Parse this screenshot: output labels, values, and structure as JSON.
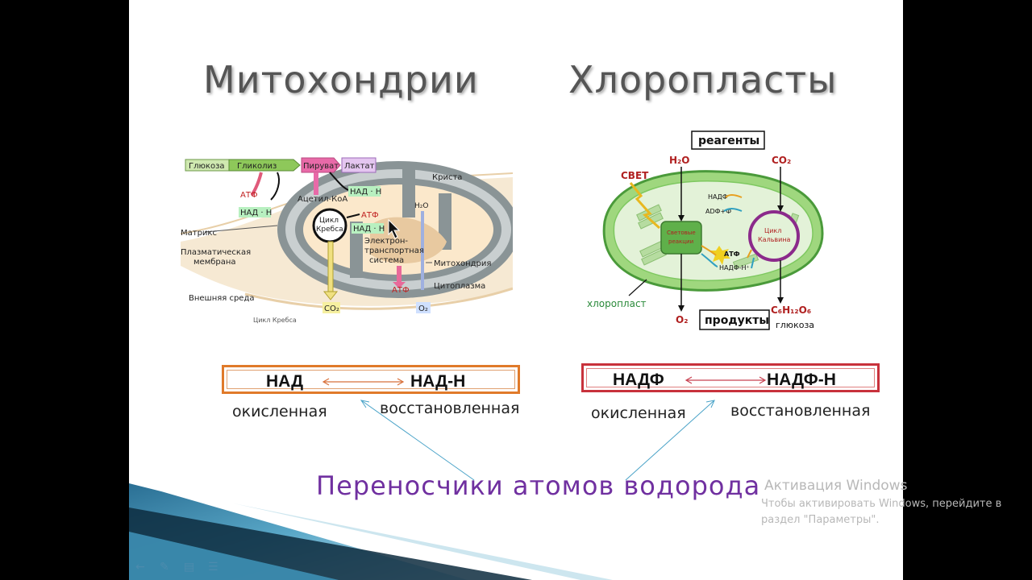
{
  "slide": {
    "title_left": "Митохондрии",
    "title_right": "Хлоропласты",
    "carrier_text": "Переносчики атомов водорода"
  },
  "mito": {
    "glucose": "Глюкоза",
    "glycolysis": "Гликолиз",
    "pyruvate": "Пируват",
    "lactate": "Лактат",
    "crista": "Криста",
    "atp1": "АТФ",
    "nadh1": "НАД · Н",
    "acetyl": "Ацетил-КоА",
    "nadh2": "НАД · Н",
    "h2o": "H₂O",
    "cycle1": "Цикл",
    "cycle2": "Кребса",
    "atp2": "АТФ",
    "nadh3": "НАД · Н",
    "matrix": "Матрикс",
    "etc1": "Электрон-",
    "etc2": "транспортная",
    "etc3": "система",
    "membrane1": "Плазматическая",
    "membrane2": "мембрана",
    "mitochondrion": "Митохондрия",
    "atp3": "АТФ",
    "cytoplasm": "Цитоплазма",
    "outer": "Внешняя среда",
    "co2": "CO₂",
    "o2": "O₂",
    "caption": "Цикл Кребса"
  },
  "chloro": {
    "reagents": "реагенты",
    "h2o": "H₂O",
    "co2": "CO₂",
    "light": "СВЕТ",
    "nadp": "НАДФ",
    "adp": "ADФ+Ф",
    "light_r1": "Световые",
    "light_r2": "реакции",
    "calvin1": "Цикл",
    "calvin2": "Кальвина",
    "atp": "АТФ",
    "nadph": "НАДФ-Н⁺",
    "chloroplast": "хлоропласт",
    "o2": "O₂",
    "products": "продукты",
    "glucose_formula": "C₆H₁₂O₆",
    "glucose": "глюкоза"
  },
  "left_box": {
    "left": "НАД",
    "right": "НАД-Н"
  },
  "right_box": {
    "left": "НАДФ",
    "right": "НАДФ-Н"
  },
  "labels": {
    "oxidized_left": "окисленная",
    "reduced_left": "восстановленная",
    "oxidized_right": "окисленная",
    "reduced_right": "восстановленная"
  },
  "watermark": {
    "line1": "Активация Windows",
    "line2": "Чтобы активировать Windows, перейдите в",
    "line3": "раздел \"Параметры\"."
  },
  "colors": {
    "title": "#555555",
    "carrier": "#7030a0",
    "box_orange": "#e07a2a",
    "box_red": "#c8323c",
    "chloroplast_green": "#5fb04a"
  }
}
